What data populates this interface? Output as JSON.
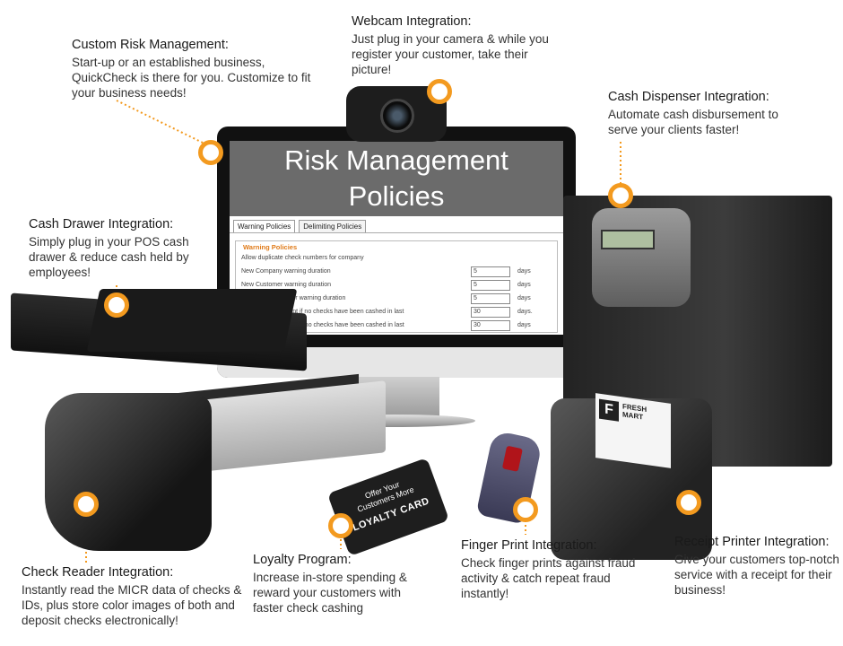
{
  "colors": {
    "accent": "#f39a1f",
    "screen_header": "#6b6b6b",
    "warning_legend": "#e07b1a"
  },
  "callouts": {
    "custom_risk": {
      "title": "Custom Risk Management:",
      "body": "Start-up or an established business, QuickCheck is there for you.  Customize to fit your business needs!"
    },
    "webcam": {
      "title": "Webcam Integration:",
      "body": "Just plug in your camera & while you register your customer, take their picture!"
    },
    "cash_dispenser": {
      "title": "Cash Dispenser Integration:",
      "body": "Automate cash disbursement to serve your clients faster!"
    },
    "cash_drawer": {
      "title": "Cash Drawer Integration:",
      "body": "Simply plug in your POS cash drawer & reduce cash held by employees!"
    },
    "check_reader": {
      "title": "Check Reader Integration:",
      "body": "Instantly read the MICR data of checks & IDs, plus store color images of both and deposit checks electronically!"
    },
    "loyalty": {
      "title": "Loyalty Program:",
      "body": "Increase in-store spending & reward your customers with faster check cashing"
    },
    "finger_print": {
      "title": "Finger Print Integration:",
      "body": "Check finger prints against fraud activity & catch repeat fraud instantly!"
    },
    "receipt_printer": {
      "title": "Receipt Printer Integration:",
      "body": "Give your customers top-notch service with a receipt for their business!"
    }
  },
  "screen": {
    "header_line1": "Risk Management",
    "header_line2": "Policies",
    "tabs": [
      "Warning Policies",
      "Delimiting Policies"
    ],
    "warning_legend": "Warning Policies",
    "rows": [
      {
        "label": "Allow duplicate check numbers for company",
        "value": "",
        "unit": ""
      },
      {
        "label": "New Company warning duration",
        "value": "5",
        "unit": "days"
      },
      {
        "label": "New Customer warning duration",
        "value": "5",
        "unit": "days"
      },
      {
        "label": "Repeated Customer warning duration",
        "value": "5",
        "unit": "days"
      },
      {
        "label": "Company infrequent if no checks have been cashed in last",
        "value": "30",
        "unit": "days."
      },
      {
        "label": "Customer infrequent if no checks have been cashed in last",
        "value": "30",
        "unit": "days"
      }
    ]
  },
  "loyalty_card": {
    "line1": "Offer Your",
    "line2": "Customers More",
    "line3": "LOYALTY CARD"
  },
  "receipt": {
    "logo_letter": "F",
    "brand_line1": "FRESH",
    "brand_line2": "MART"
  }
}
